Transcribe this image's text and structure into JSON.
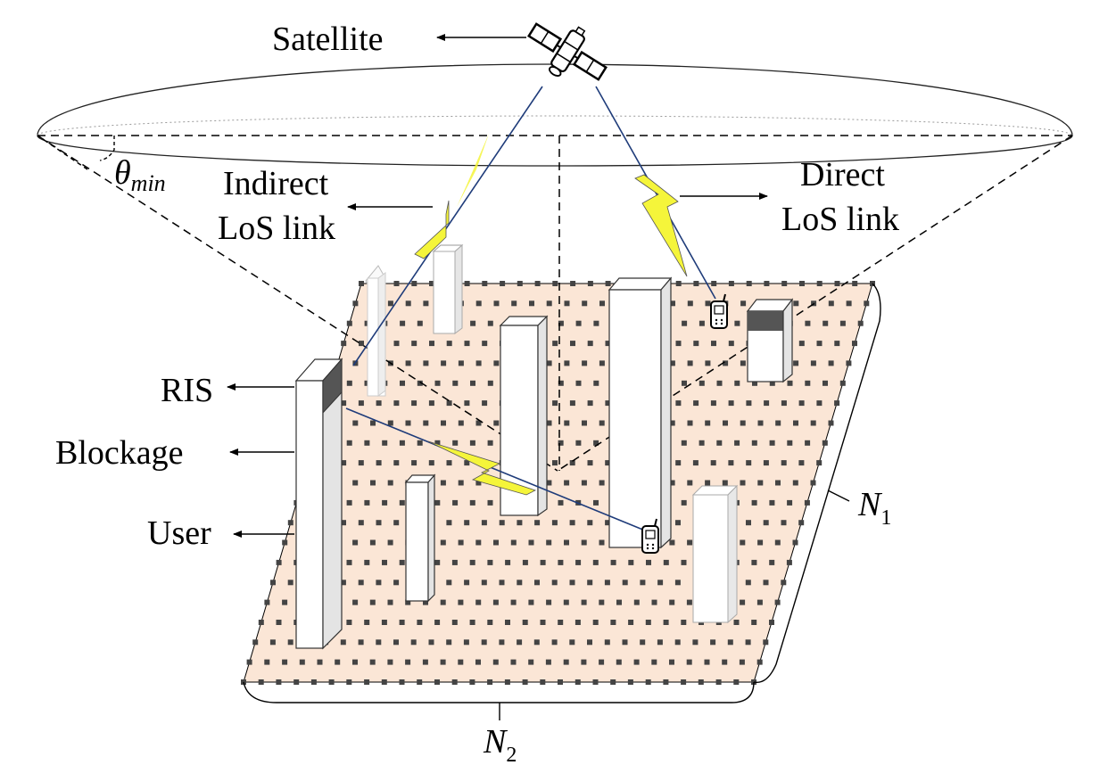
{
  "labels": {
    "satellite": "Satellite",
    "indirect_line1": "Indirect",
    "indirect_line2": "LoS link",
    "direct_line1": "Direct",
    "direct_line2": "LoS link",
    "ris": "RIS",
    "blockage": "Blockage",
    "user": "User",
    "theta": "θ",
    "theta_sub": "min",
    "n1": "N",
    "n1_sub": "1",
    "n2": "N",
    "n2_sub": "2"
  },
  "colors": {
    "ground_fill": "#fbe6d6",
    "grid_dot": "#444444",
    "ris_panel": "#555555",
    "link_line": "#1f3c7a",
    "lightning": "#f5f53a"
  },
  "icons": {
    "satellite": "satellite-icon",
    "user_device": "mobile-phone-icon"
  }
}
